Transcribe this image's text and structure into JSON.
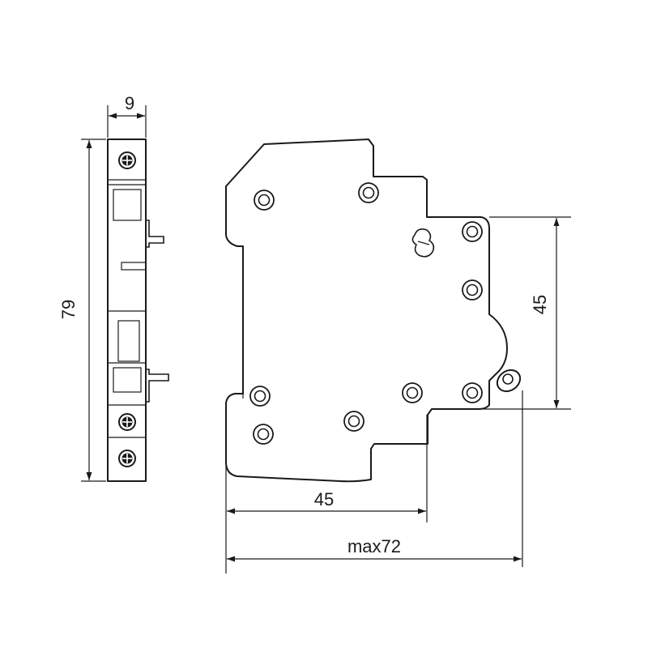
{
  "dimensions": {
    "side_width": "9",
    "side_height": "79",
    "front_height": "45",
    "front_width": "45",
    "overall_width": "max72"
  },
  "colors": {
    "line": "#1a1a1a",
    "background": "#ffffff"
  }
}
